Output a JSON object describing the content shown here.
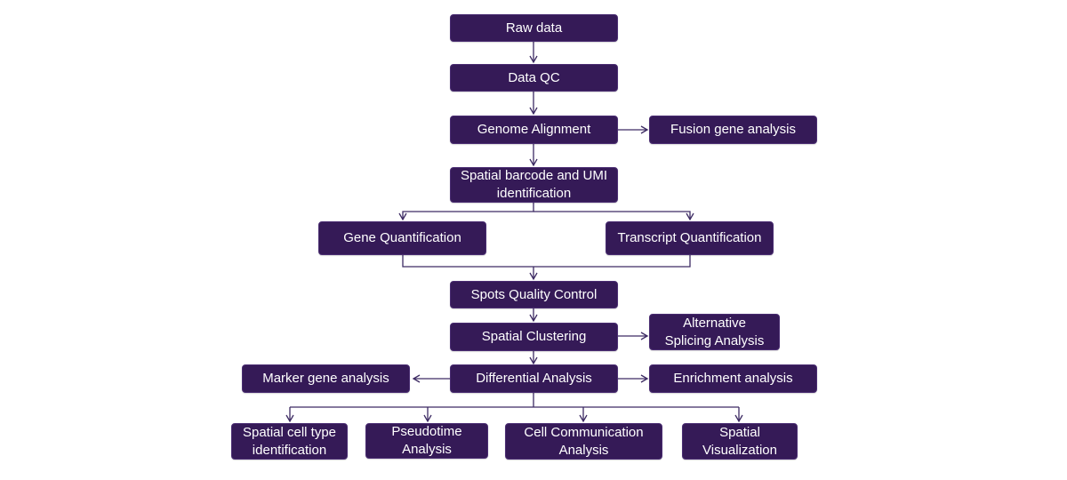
{
  "colors": {
    "node_fill": "#351a57",
    "edge": "#3d2b63",
    "background": "#ffffff"
  },
  "nodes": {
    "raw_data": "Raw data",
    "data_qc": "Data QC",
    "genome_alignment": "Genome Alignment",
    "fusion_gene_analysis": "Fusion gene analysis",
    "spatial_barcode": "Spatial barcode and UMI identification",
    "gene_quantification": "Gene Quantification",
    "transcript_quantification": "Transcript Quantification",
    "spots_qc": "Spots Quality Control",
    "spatial_clustering": "Spatial Clustering",
    "alternative_splicing": "Alternative Splicing Analysis",
    "differential_analysis": "Differential Analysis",
    "marker_gene_analysis": "Marker gene analysis",
    "enrichment_analysis": "Enrichment analysis",
    "spatial_cell_type": "Spatial cell type identification",
    "pseudotime": "Pseudotime Analysis",
    "cell_communication": "Cell Communication Analysis",
    "spatial_visualization": "Spatial Visualization"
  }
}
